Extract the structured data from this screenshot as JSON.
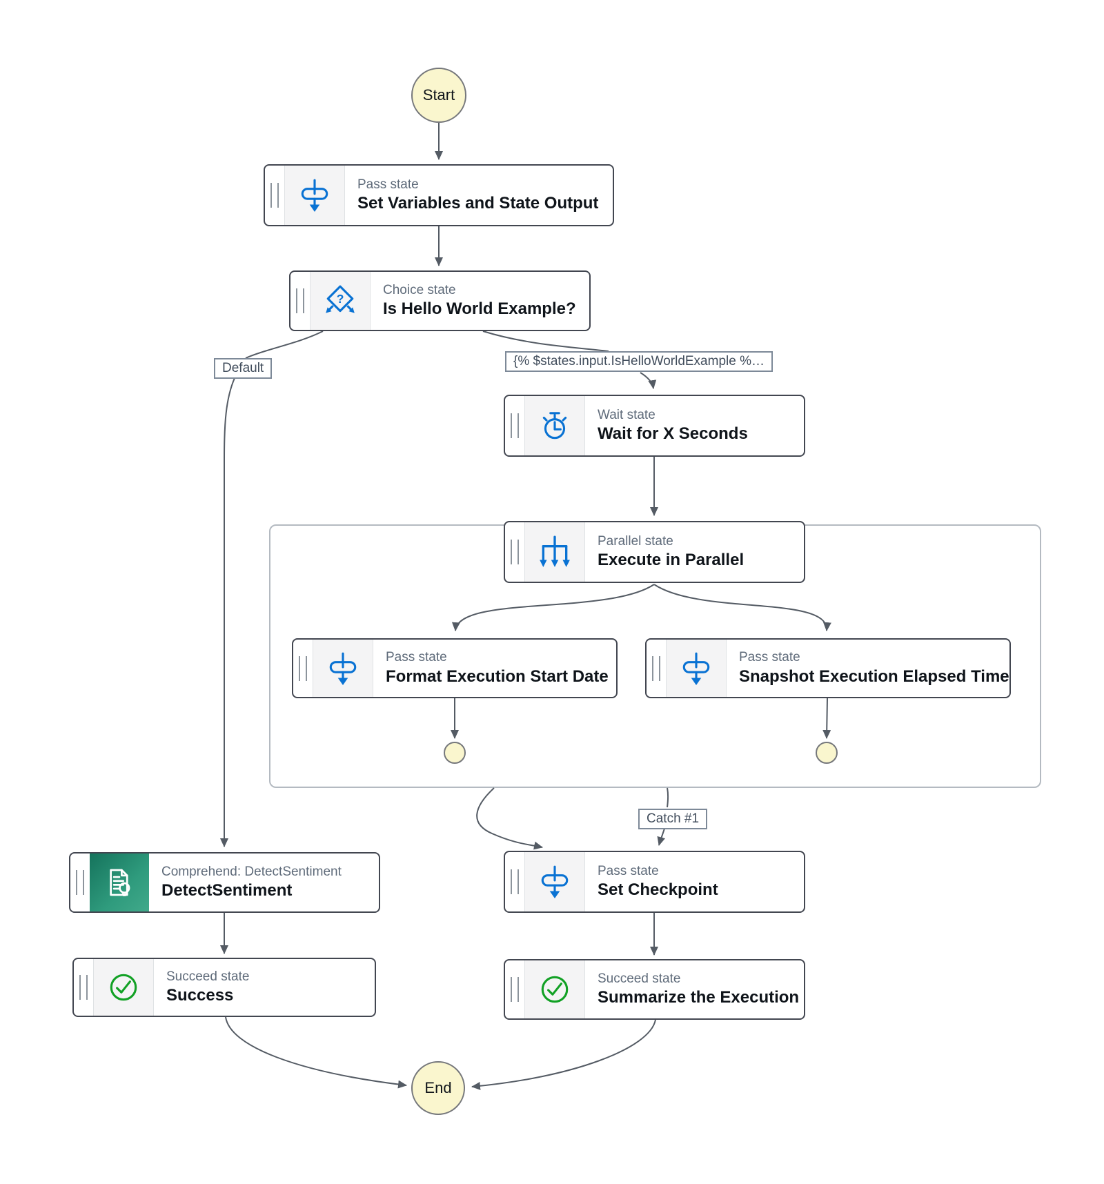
{
  "diagram": {
    "terminals": {
      "start": "Start",
      "end": "End"
    },
    "edge_labels": {
      "default": "Default",
      "choice_rule": "{% $states.input.IsHelloWorldExample %…",
      "catch": "Catch #1"
    },
    "states": [
      {
        "id": "set-variables",
        "type_label": "Pass state",
        "title": "Set Variables and State Output",
        "icon": "pass-icon"
      },
      {
        "id": "is-hello-world",
        "type_label": "Choice state",
        "title": "Is Hello World Example?",
        "icon": "choice-icon"
      },
      {
        "id": "wait-x-seconds",
        "type_label": "Wait state",
        "title": "Wait for X Seconds",
        "icon": "wait-icon"
      },
      {
        "id": "execute-parallel",
        "type_label": "Parallel state",
        "title": "Execute in Parallel",
        "icon": "parallel-icon"
      },
      {
        "id": "format-date",
        "type_label": "Pass state",
        "title": "Format Execution Start Date",
        "icon": "pass-icon"
      },
      {
        "id": "snapshot-time",
        "type_label": "Pass state",
        "title": "Snapshot Execution Elapsed Time",
        "icon": "pass-icon"
      },
      {
        "id": "set-checkpoint",
        "type_label": "Pass state",
        "title": "Set Checkpoint",
        "icon": "pass-icon"
      },
      {
        "id": "detect-sentiment",
        "type_label": "Comprehend: DetectSentiment",
        "title": "DetectSentiment",
        "icon": "comprehend-icon"
      },
      {
        "id": "success",
        "type_label": "Succeed state",
        "title": "Success",
        "icon": "succeed-icon"
      },
      {
        "id": "summarize",
        "type_label": "Succeed state",
        "title": "Summarize the Execution",
        "icon": "succeed-icon"
      }
    ],
    "colors": {
      "accent_blue": "#0972d3",
      "edge_gray": "#545b64",
      "box_border": "#424650",
      "success_green": "#12a125",
      "terminal_fill": "#faf6ce",
      "icon_cell_bg": "#f4f4f5",
      "container_border": "#b4bac1",
      "comprehend_gradient_start": "#15735c",
      "comprehend_gradient_end": "#41a98a"
    },
    "icons": [
      "pass-icon",
      "choice-icon",
      "wait-icon",
      "parallel-icon",
      "succeed-icon",
      "comprehend-icon",
      "drag-handle-icon"
    ]
  }
}
